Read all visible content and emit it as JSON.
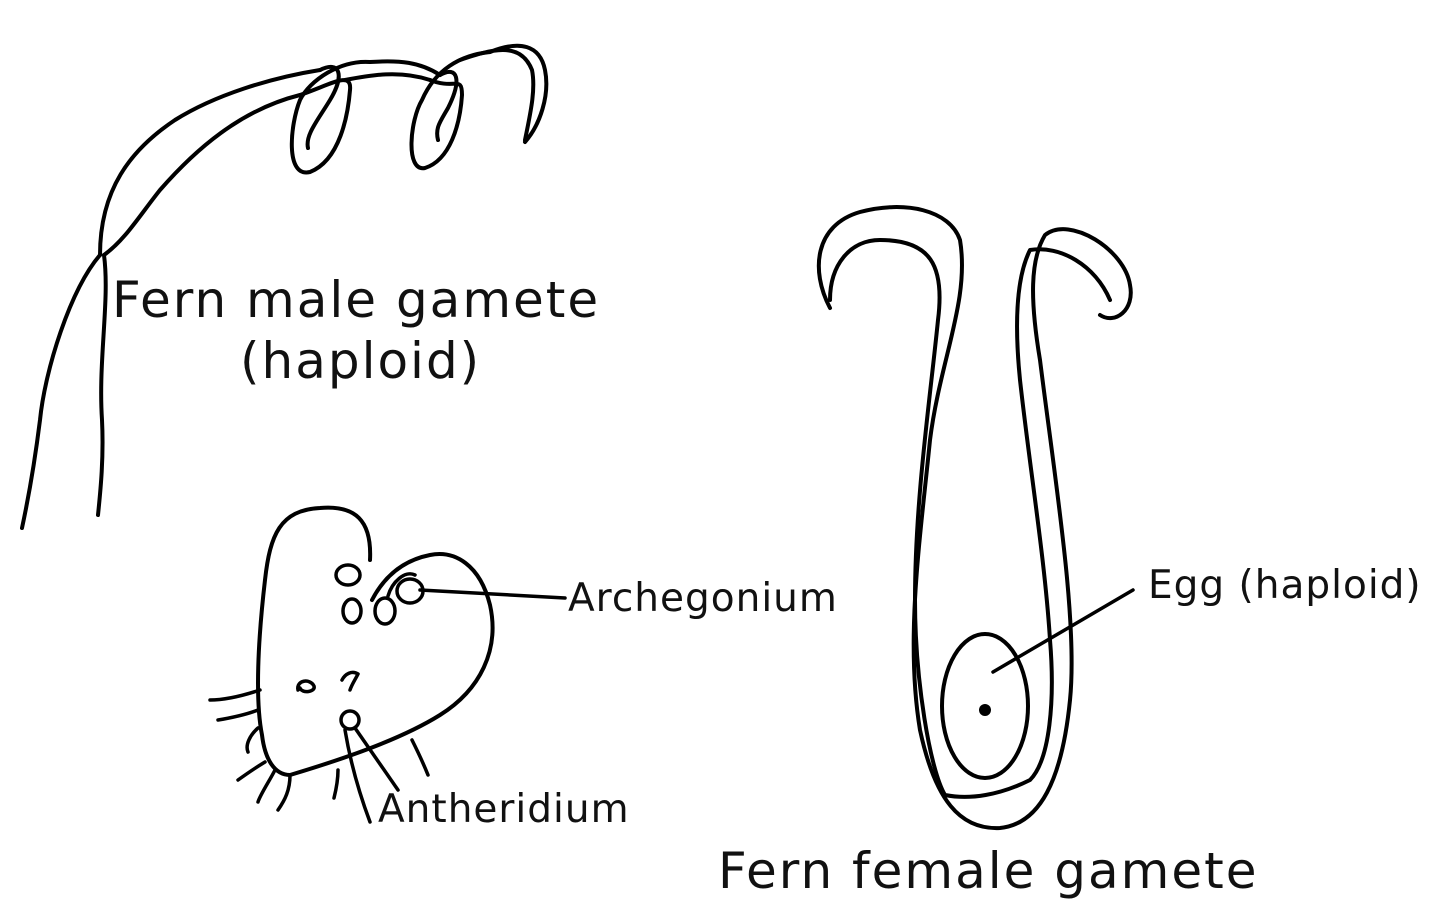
{
  "labels": {
    "male_gamete_line1": "Fern male gamete",
    "male_gamete_line2": "(haploid)",
    "archegonium": "Archegonium",
    "antheridium": "Antheridium",
    "egg": "Egg (haploid)",
    "female_gamete": "Fern female gamete"
  },
  "colors": {
    "line": "#000000",
    "background": "#ffffff"
  }
}
